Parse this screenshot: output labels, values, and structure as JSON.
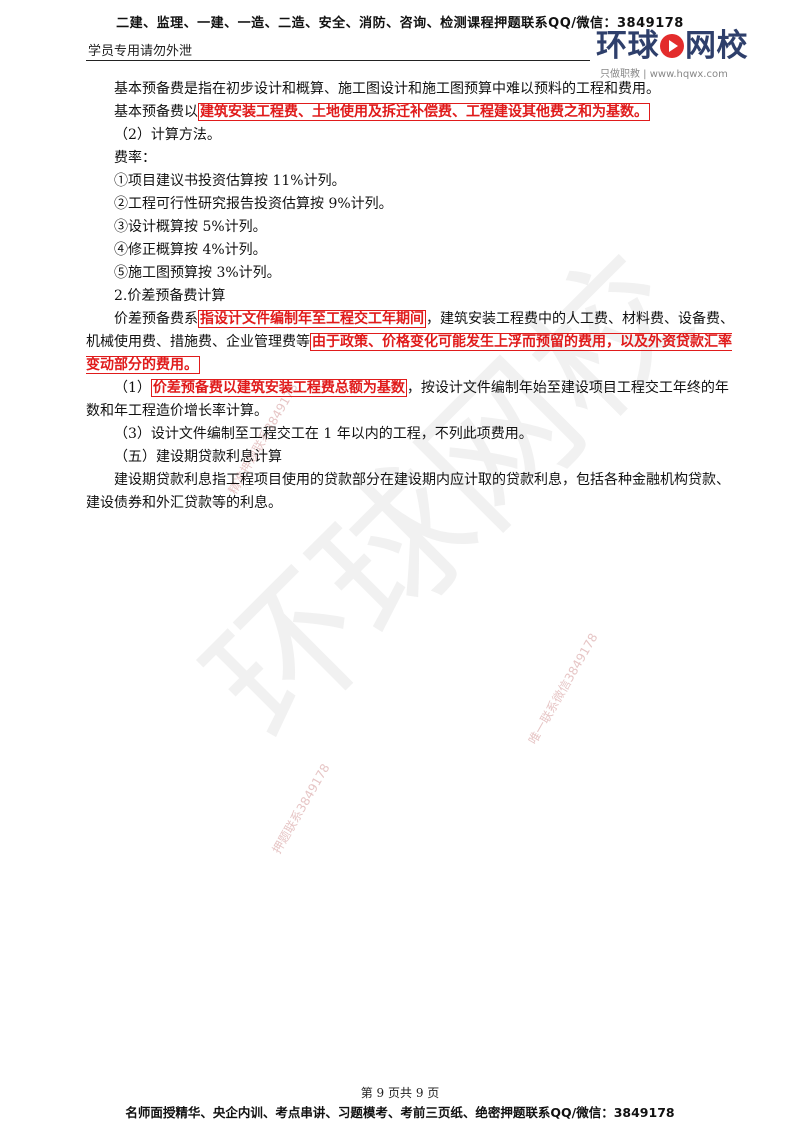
{
  "header": {
    "top_banner": "二建、监理、一建、一造、二造、安全、消防、咨询、检测课程押题联系QQ/微信：3849178",
    "subtitle": "学员专用请勿外泄",
    "logo_main_a": "环球",
    "logo_main_b": "网校",
    "logo_sub": "只做职教 | www.hqwx.com"
  },
  "content": {
    "p1": "基本预备费是指在初步设计和概算、施工图设计和施工图预算中难以预料的工程和费用。",
    "p2_prefix": "基本预备费以",
    "p2_hl": "建筑安装工程费、土地使用及拆迁补偿费、工程建设其他费之和为基数。",
    "p3": "（2）计算方法。",
    "p4": "费率：",
    "p5": "①项目建议书投资估算按 11%计列。",
    "p6": "②工程可行性研究报告投资估算按 9%计列。",
    "p7": "③设计概算按 5%计列。",
    "p8": "④修正概算按 4%计列。",
    "p9": "⑤施工图预算按 3%计列。",
    "p10": "2.价差预备费计算",
    "p11_a": "价差预备费系",
    "p11_hl1": "指设计文件编制年至工程交工年期间",
    "p11_b": "，建筑安装工程费中的人工费、材料费、设备费、机械使用费、措施费、企业管理费等",
    "p11_hl2": "由于政策、价格变化可能发生上浮而预留的费用，以及外资贷款汇率变动部分的费用。",
    "p12_a": "（1）",
    "p12_hl": "价差预备费以建筑安装工程费总额为基数",
    "p12_b": "，按设计文件编制年始至建设项目工程交工年终的年数和年工程造价增长率计算。",
    "p13": "（3）设计文件编制至工程交工在 1 年以内的工程，不列此项费用。",
    "p14": "（五）建设期贷款利息计算",
    "p15": "建设期贷款利息指工程项目使用的贷款部分在建设期内应计取的贷款利息，包括各种金融机构贷款、建设债券和外汇贷款等的利息。"
  },
  "watermark": {
    "big": "环球网校",
    "small1": "精准押题联系3849178",
    "small2": "唯一联系微信3849178",
    "small3": "押题联系3849178"
  },
  "footer": {
    "page": "第 9 页共 9 页",
    "banner": "名师面授精华、央企内训、考点串讲、习题模考、考前三页纸、绝密押题联系QQ/微信：3849178"
  }
}
